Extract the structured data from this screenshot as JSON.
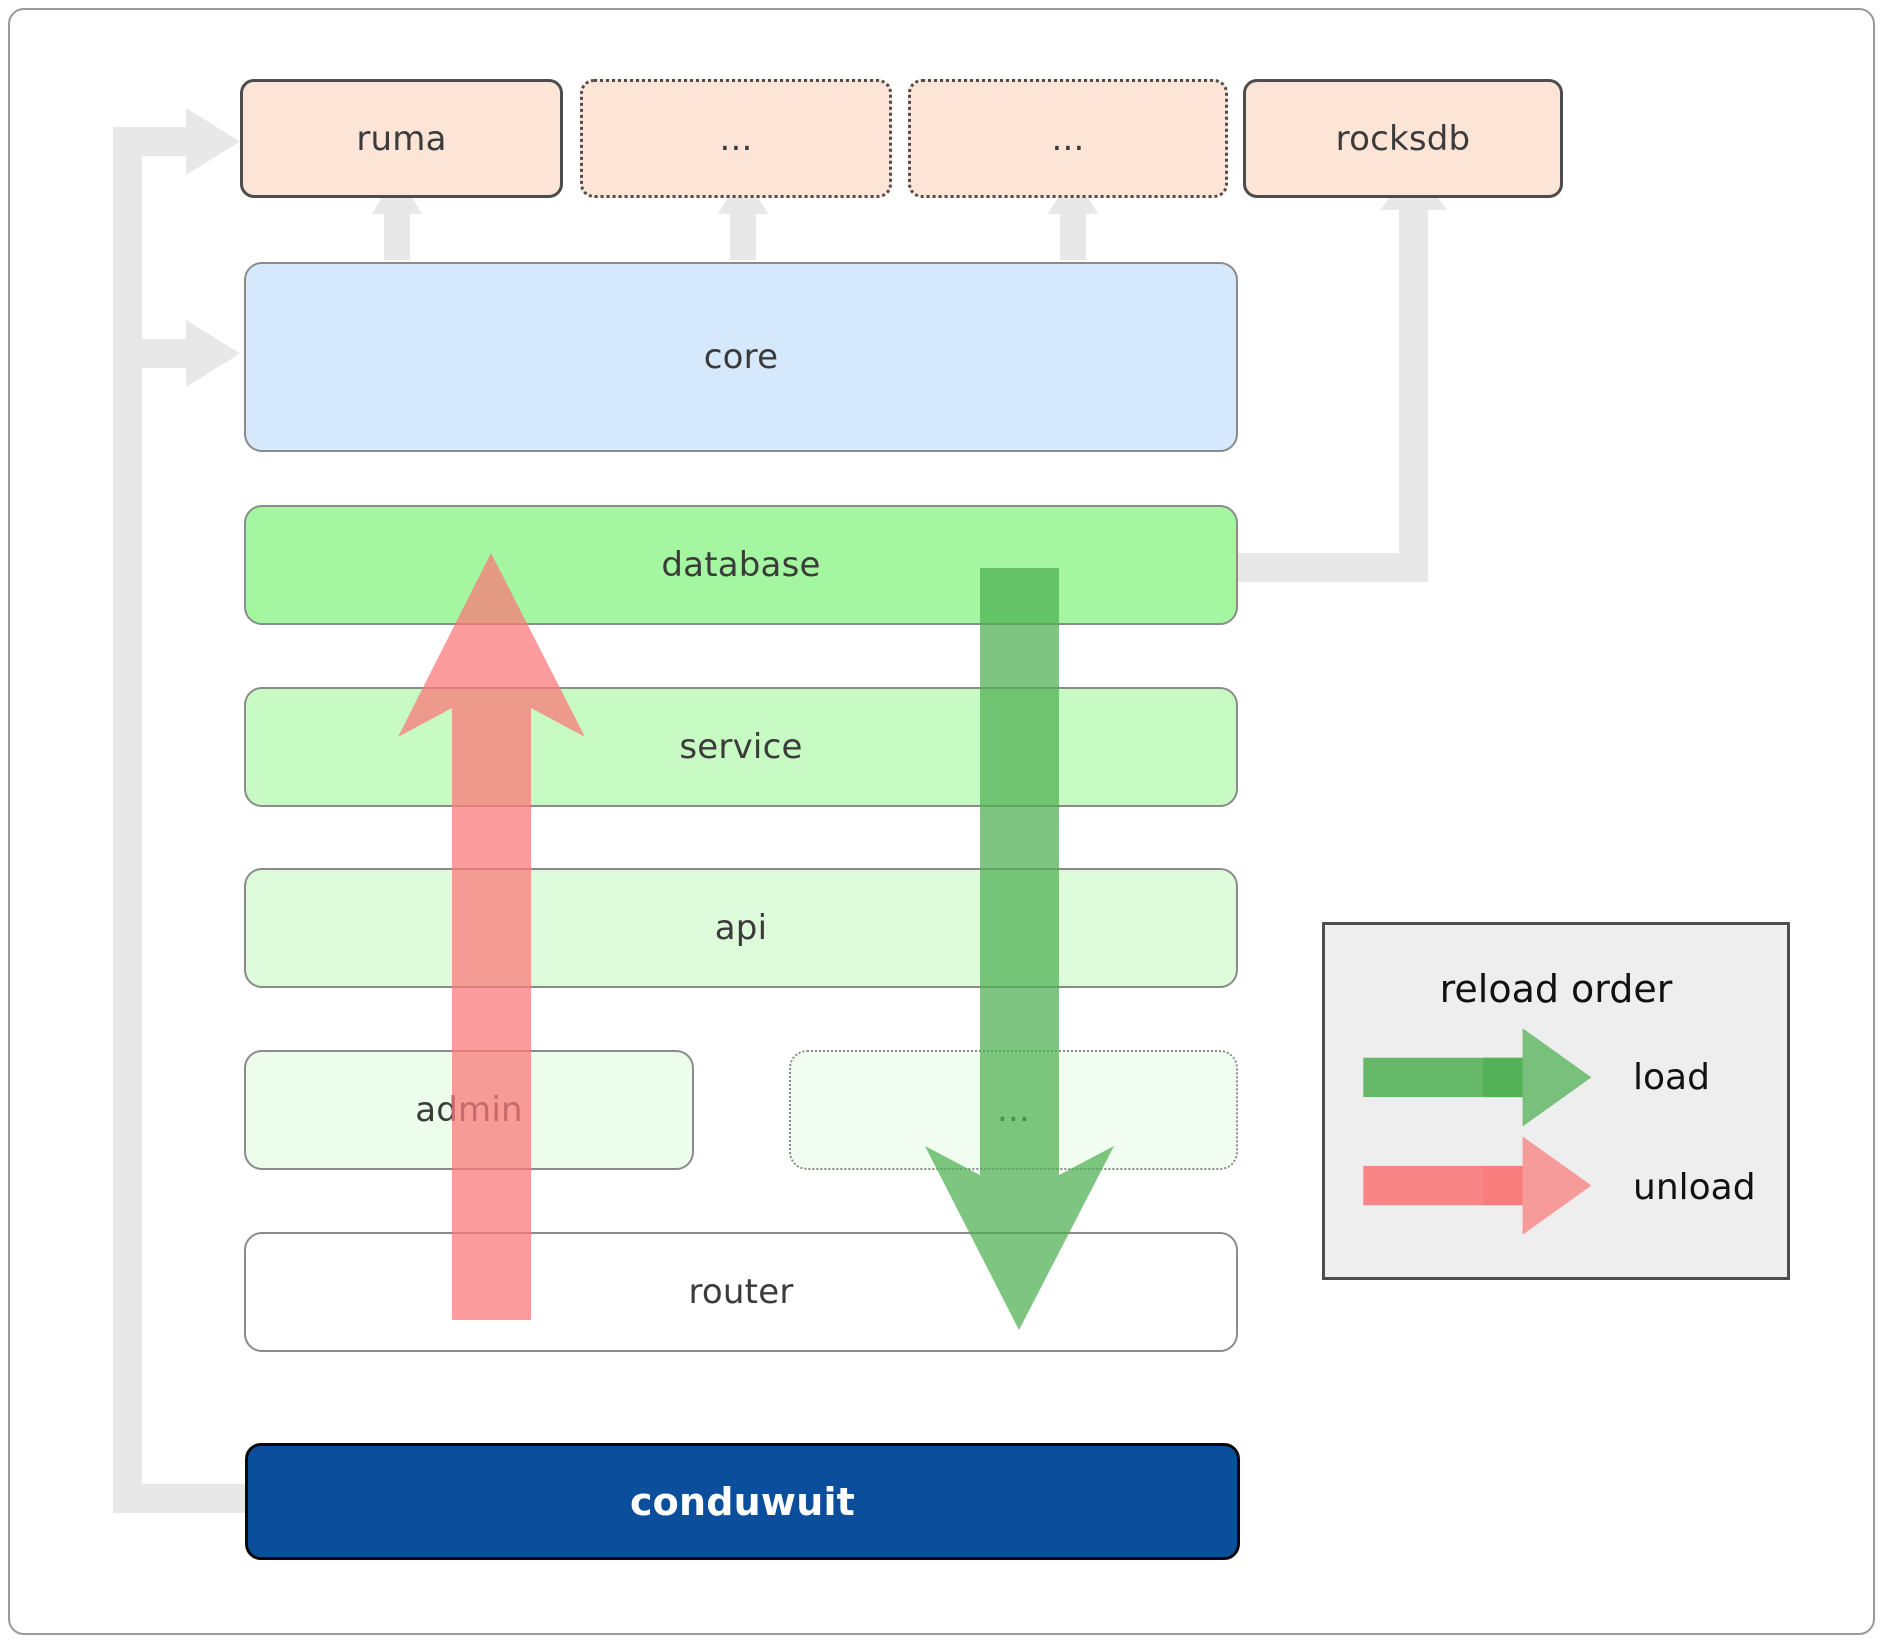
{
  "diagram": {
    "title": "conduwuit crate dependency / reload order diagram",
    "colors": {
      "dependency_fill": "#fce5d6",
      "dependency_stroke": "#4d4d4d",
      "core_fill": "#d6e8fb",
      "database_fill": "#a4f7a0",
      "service_fill": "#c8fbc4",
      "api_fill": "#ddfbda",
      "admin_fill": "#ecfdeb",
      "dots_fill": "#f2fdf1",
      "router_fill": "#ffffff",
      "app_fill": "#0b4f9c",
      "app_text": "#ffffff",
      "connector_gray": "#e6e6e6",
      "load_green": "#4caf50",
      "unload_red": "#f97a7a",
      "legend_bg": "#eeeeee",
      "frame_stroke": "#9a9a9a"
    },
    "dependencies": [
      {
        "label": "ruma",
        "style": "solid"
      },
      {
        "label": "...",
        "style": "dotted"
      },
      {
        "label": "...",
        "style": "dotted"
      },
      {
        "label": "rocksdb",
        "style": "solid"
      }
    ],
    "core": {
      "label": "core"
    },
    "layers": [
      {
        "label": "database"
      },
      {
        "label": "service"
      },
      {
        "label": "api"
      },
      {
        "label": "admin"
      },
      {
        "label": "..."
      },
      {
        "label": "router"
      }
    ],
    "app": {
      "label": "conduwuit"
    },
    "legend": {
      "title": "reload order",
      "entries": [
        {
          "label": "load",
          "color": "#4caf50",
          "direction": "down"
        },
        {
          "label": "unload",
          "color": "#f97a7a",
          "direction": "up"
        }
      ]
    },
    "arrows": {
      "load_direction": "down",
      "unload_direction": "up"
    }
  }
}
